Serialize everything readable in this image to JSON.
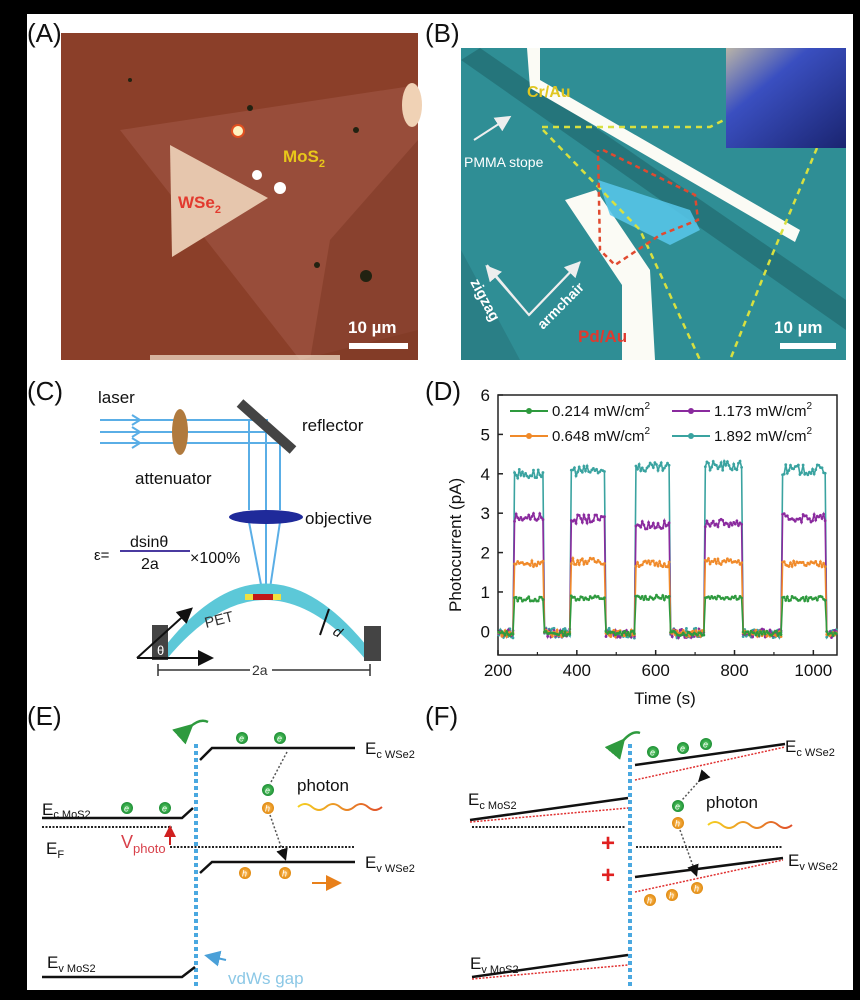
{
  "panels": {
    "a": {
      "label": "(A)",
      "wse2": "WSe",
      "wse2_sub": "2",
      "mos2": "MoS",
      "mos2_sub": "2",
      "scale": "10 µm"
    },
    "b": {
      "label": "(B)",
      "cr_au": "Cr/Au",
      "pmma": "PMMA stope",
      "zigzag": "zigzag",
      "armchair": "armchair",
      "pd_au": "Pd/Au",
      "scale": "10 µm"
    },
    "c": {
      "label": "(C)",
      "laser": "laser",
      "attenuator": "attenuator",
      "reflector": "reflector",
      "objective": "objective",
      "eps": "ε=",
      "numerator": "dsinθ",
      "denominator": "2a",
      "times": "×100%",
      "pet": "PET",
      "d": "d",
      "theta": "θ",
      "span": "2a"
    },
    "d": {
      "label": "(D)"
    },
    "e": {
      "label": "(E)",
      "ec_wse2": {
        "main": "E",
        "sub": "c WSe2"
      },
      "ec_mos2": {
        "main": "E",
        "sub": "c MoS2"
      },
      "ef": {
        "main": "E",
        "sub": "F"
      },
      "vphoto": {
        "main": "V",
        "sub": "photo"
      },
      "ev_wse2": {
        "main": "E",
        "sub": "v WSe2"
      },
      "ev_mos2": {
        "main": "E",
        "sub": "v MoS2"
      },
      "photon": "photon",
      "gap": "vdWs gap",
      "e": "e",
      "h": "h"
    },
    "f": {
      "label": "(F)",
      "ec_wse2": {
        "main": "E",
        "sub": "c WSe2"
      },
      "ec_mos2": {
        "main": "E",
        "sub": "c MoS2"
      },
      "ev_wse2": {
        "main": "E",
        "sub": "v WSe2"
      },
      "ev_mos2": {
        "main": "E",
        "sub": "v MoS2"
      },
      "photon": "photon",
      "plus": "+"
    }
  },
  "chart_data": {
    "type": "line",
    "title": "",
    "xlabel": "Time (s)",
    "ylabel": "Photocurrent (pA)",
    "xlim": [
      200,
      1060
    ],
    "ylim": [
      -0.6,
      6
    ],
    "xticks": [
      200,
      400,
      600,
      800,
      1000
    ],
    "yticks": [
      0,
      1,
      2,
      3,
      4,
      5,
      6
    ],
    "light_on_intervals": [
      [
        240,
        315
      ],
      [
        385,
        470
      ],
      [
        550,
        635
      ],
      [
        725,
        820
      ],
      [
        920,
        1030
      ]
    ],
    "baseline": -0.05,
    "legend_position": "top",
    "series": [
      {
        "name": "0.214 mW/cm",
        "sup": "2",
        "color": "#2e9a3e",
        "plateaus": [
          0.82,
          0.85,
          0.86,
          0.87,
          0.83
        ]
      },
      {
        "name": "0.648 mW/cm",
        "sup": "2",
        "color": "#f08a2a",
        "plateaus": [
          1.73,
          1.78,
          1.72,
          1.77,
          1.7
        ]
      },
      {
        "name": "1.173 mW/cm",
        "sup": "2",
        "color": "#8a2a9e",
        "plateaus": [
          2.9,
          2.85,
          2.7,
          2.75,
          2.88
        ]
      },
      {
        "name": "1.892 mW/cm",
        "sup": "2",
        "color": "#3aa3a0",
        "plateaus": [
          4.0,
          4.08,
          4.15,
          4.2,
          4.1
        ]
      }
    ]
  }
}
